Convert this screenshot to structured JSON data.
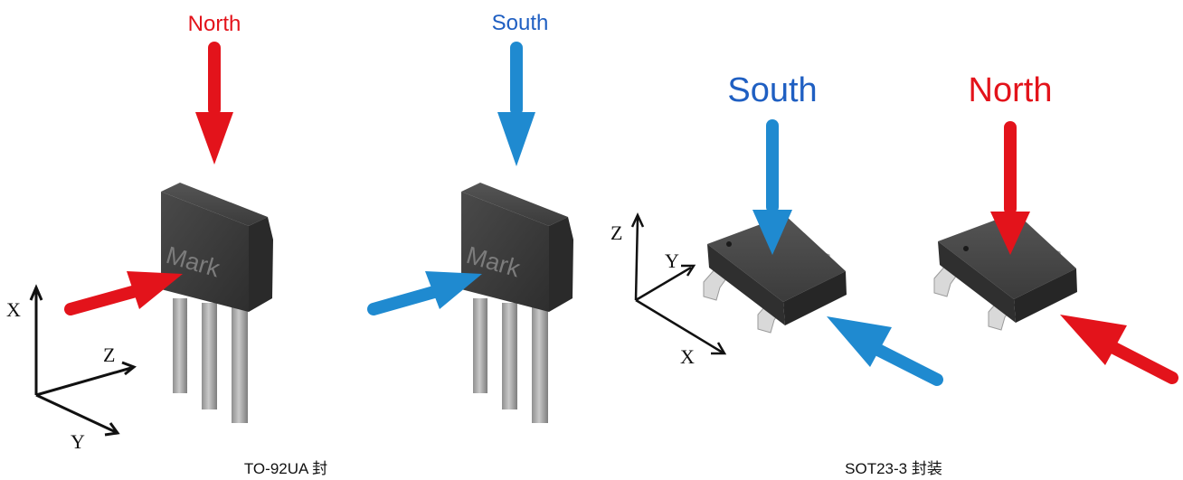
{
  "labels": {
    "north_top_left": "North",
    "south_top_middle": "South",
    "south_sot": "South",
    "north_sot": "North"
  },
  "mark": {
    "package1": "Mark",
    "package2": "Mark"
  },
  "axes": {
    "to92": {
      "x": "X",
      "y": "Y",
      "z": "Z"
    },
    "sot23": {
      "x": "X",
      "y": "Y",
      "z": "Z"
    }
  },
  "captions": {
    "to92": "TO-92UA 封",
    "sot23": "SOT23-3 封装"
  },
  "colors": {
    "north": "#e3131b",
    "south": "#1f8ad0",
    "package": "#3a3a3a",
    "lead": "#a9a9a9"
  }
}
